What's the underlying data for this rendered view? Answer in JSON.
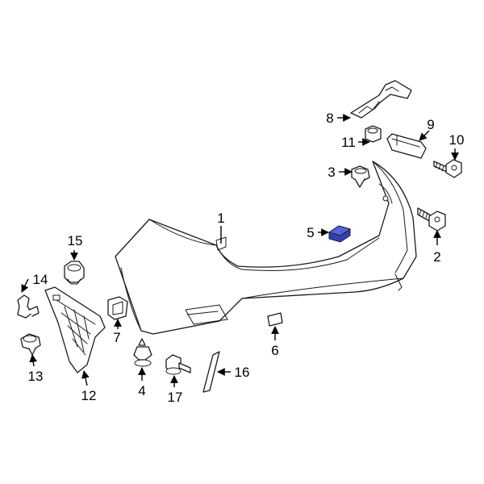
{
  "diagram": {
    "highlight_color": "#3340a8",
    "highlighted_part": "5",
    "callouts": {
      "c1": "1",
      "c2": "2",
      "c3": "3",
      "c4": "4",
      "c5": "5",
      "c6": "6",
      "c7": "7",
      "c8": "8",
      "c9": "9",
      "c10": "10",
      "c11": "11",
      "c12": "12",
      "c13": "13",
      "c14": "14",
      "c15": "15",
      "c16": "16",
      "c17": "17"
    }
  }
}
